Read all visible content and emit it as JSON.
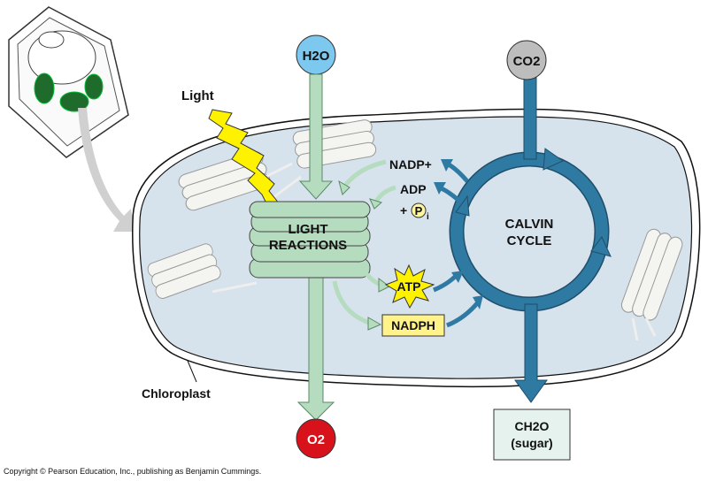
{
  "labels": {
    "light": "Light",
    "water": "H2O",
    "carbon_dioxide": "CO2",
    "oxygen": "O2",
    "light_reactions_1": "LIGHT",
    "light_reactions_2": "REACTIONS",
    "calvin_1": "CALVIN",
    "calvin_2": "CYCLE",
    "nadp_plus": "NADP+",
    "adp": "ADP",
    "plus": "+",
    "phosphate": "P",
    "phosphate_sub": "i",
    "atp": "ATP",
    "nadph": "NADPH",
    "sugar_1": "CH2O",
    "sugar_2": "(sugar)",
    "chloroplast": "Chloroplast"
  },
  "copyright": "Copyright © Pearson Education, Inc., publishing as Benjamin Cummings.",
  "colors": {
    "stroma": "#d6e2ec",
    "green": "#b6dcc0",
    "blue": "#2e7aa2",
    "water": "#7cc8ee",
    "co2": "#bdbdbd",
    "o2": "#d8121b",
    "yellow": "#fff200",
    "sugar_box": "#e6f2ee"
  }
}
